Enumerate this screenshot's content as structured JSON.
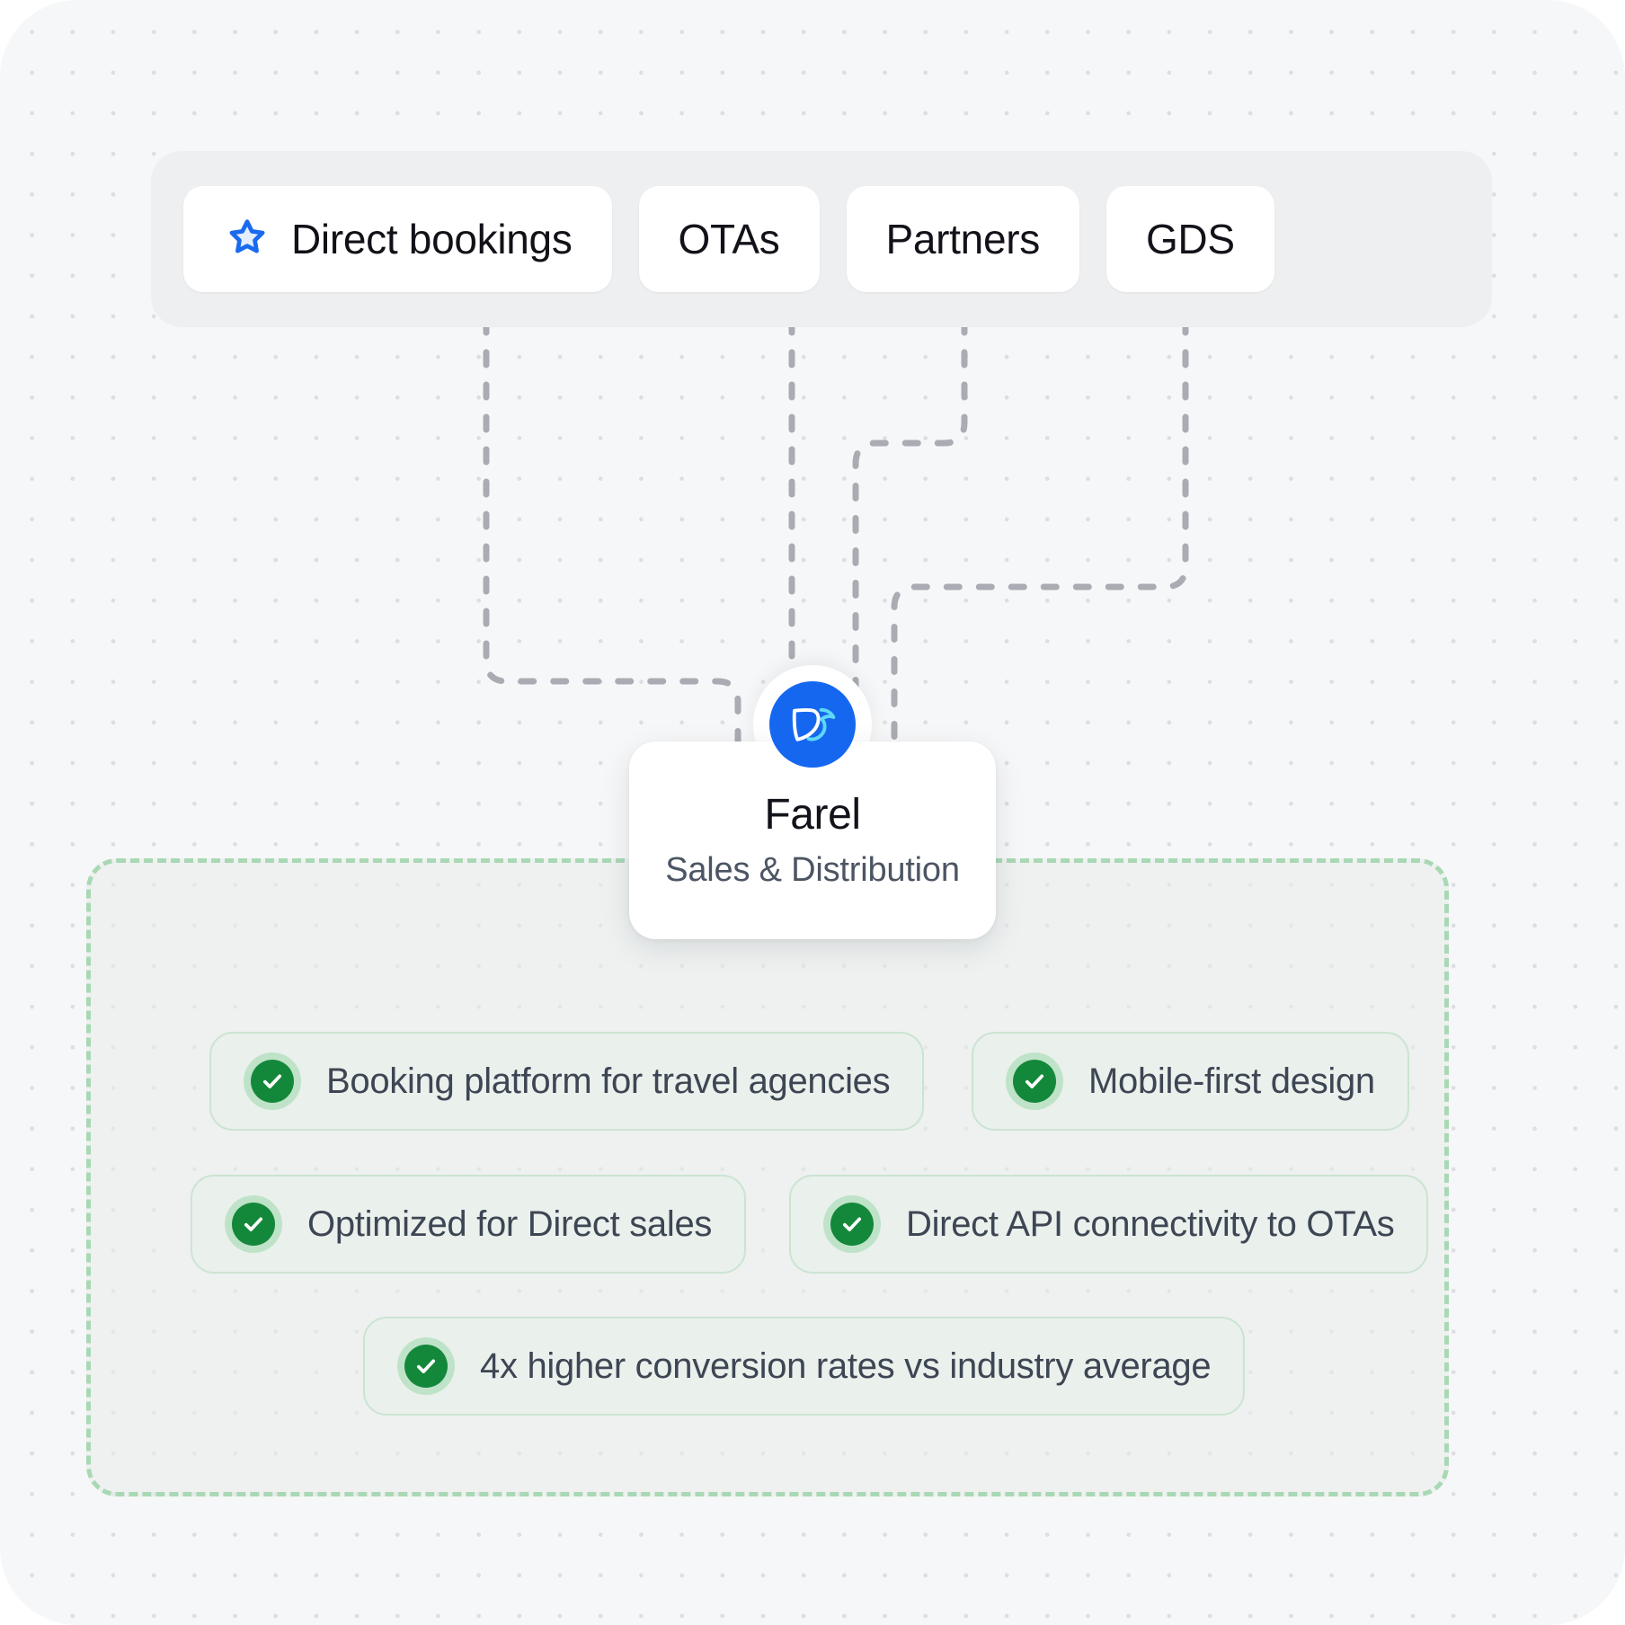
{
  "canvas": {
    "background": "#f6f7f8",
    "dot_color": "#dcdee1"
  },
  "channels": {
    "container_bg": "#eeeff0",
    "tabs": [
      {
        "label": "Direct bookings",
        "icon": "star-icon",
        "active": true
      },
      {
        "label": "OTAs",
        "icon": null,
        "active": false
      },
      {
        "label": "Partners",
        "icon": null,
        "active": false
      },
      {
        "label": "GDS",
        "icon": null,
        "active": false
      }
    ]
  },
  "connectors": {
    "color": "#a9acb2",
    "style": "dashed"
  },
  "node": {
    "logo_icon": "farel-leaf-logo-icon",
    "logo_bg": "#1667f0",
    "logo_accent": "#5fd8f5",
    "title": "Farel",
    "subtitle": "Sales & Distribution"
  },
  "group": {
    "border_color": "#a9d8b4",
    "features": [
      {
        "label": "Booking platform for travel agencies",
        "icon": "check-circle-icon"
      },
      {
        "label": "Mobile-first design",
        "icon": "check-circle-icon"
      },
      {
        "label": "Optimized for Direct sales",
        "icon": "check-circle-icon"
      },
      {
        "label": "Direct API connectivity to OTAs",
        "icon": "check-circle-icon"
      },
      {
        "label": "4x higher conversion rates vs industry average",
        "icon": "check-circle-icon"
      }
    ],
    "accent_color": "#14883a"
  }
}
